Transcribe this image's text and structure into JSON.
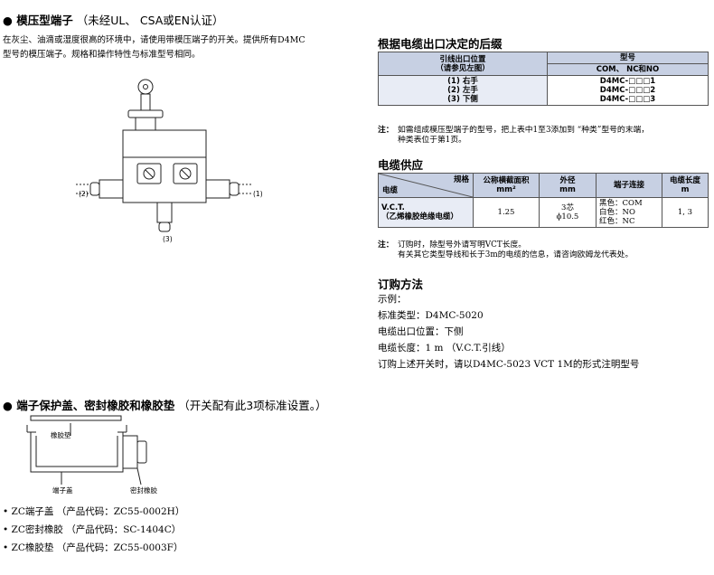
{
  "section1": {
    "title": "● 模压型端子",
    "title_paren": "（未经UL、 CSA或EN认证）",
    "desc_line1": "在灰尘、油滴或湿度很高的环境中，请使用带模压端子的开关。提供所有D4MC",
    "desc_line2": "型号的模压端子。规格和操作特性与标准型号相同。",
    "diagram": {
      "label_left": "(2)",
      "label_right": "(1)",
      "label_bottom": "(3)"
    }
  },
  "suffix": {
    "title": "根据电缆出口决定的后缀",
    "col1_line1": "引线出口位置",
    "col1_line2": "（请参见左图）",
    "col2_head": "型号",
    "col2_sub": "COM、 NC和NO",
    "rows": [
      {
        "pos": "(1) 右手",
        "model": "D4MC-□□□1"
      },
      {
        "pos": "(2) 左手",
        "model": "D4MC-□□□2"
      },
      {
        "pos": "(3) 下侧",
        "model": "D4MC-□□□3"
      }
    ],
    "note_label": "注：",
    "note_line1": "如需组成模压型端子的型号，把上表中1至3添加到 “种类”型号的末端，",
    "note_line2": "种类表位于第1页。"
  },
  "cable": {
    "title": "电缆供应",
    "head_spec": "规格",
    "head_cable": "电缆",
    "head_area1": "公称横截面积",
    "head_area2": "mm²",
    "head_od1": "外径",
    "head_od2": "mm",
    "head_term": "端子连接",
    "head_len1": "电缆长度",
    "head_len2": "m",
    "row_name1": "V.C.T.",
    "row_name2": "（乙烯橡胶绝缘电缆）",
    "row_area": "1.25",
    "row_od1": "3芯",
    "row_od2": "ϕ10.5",
    "row_term1": "黑色：COM",
    "row_term2": "白色：NO",
    "row_term3": "红色：NC",
    "row_len": "1, 3",
    "note_label": "注：",
    "note_line1": "订购时，除型号外请写明VCT长度。",
    "note_line2": "有关其它类型导线和长于3m的电缆的信息，请咨询欧姆龙代表处。"
  },
  "order": {
    "title": "订购方法",
    "line1": "示例：",
    "line2": "标准类型：D4MC-5020",
    "line3": "电缆出口位置：下侧",
    "line4": "电缆长度：1 m （V.C.T.引线）",
    "line5": "订购上述开关时，请以D4MC-5023 VCT 1M的形式注明型号"
  },
  "section2": {
    "title": "● 端子保护盖、密封橡胶和橡胶垫",
    "title_paren": "（开关配有此3项标准设置。）",
    "diagram": {
      "label_gasket": "橡胶垫",
      "label_cover": "端子盖",
      "label_seal": "密封橡胶"
    },
    "items": [
      "• ZC端子盖 （产品代码：ZC55-0002H）",
      "• ZC密封橡胶 （产品代码：SC-1404C）",
      "• ZC橡胶垫 （产品代码：ZC55-0003F）"
    ]
  }
}
